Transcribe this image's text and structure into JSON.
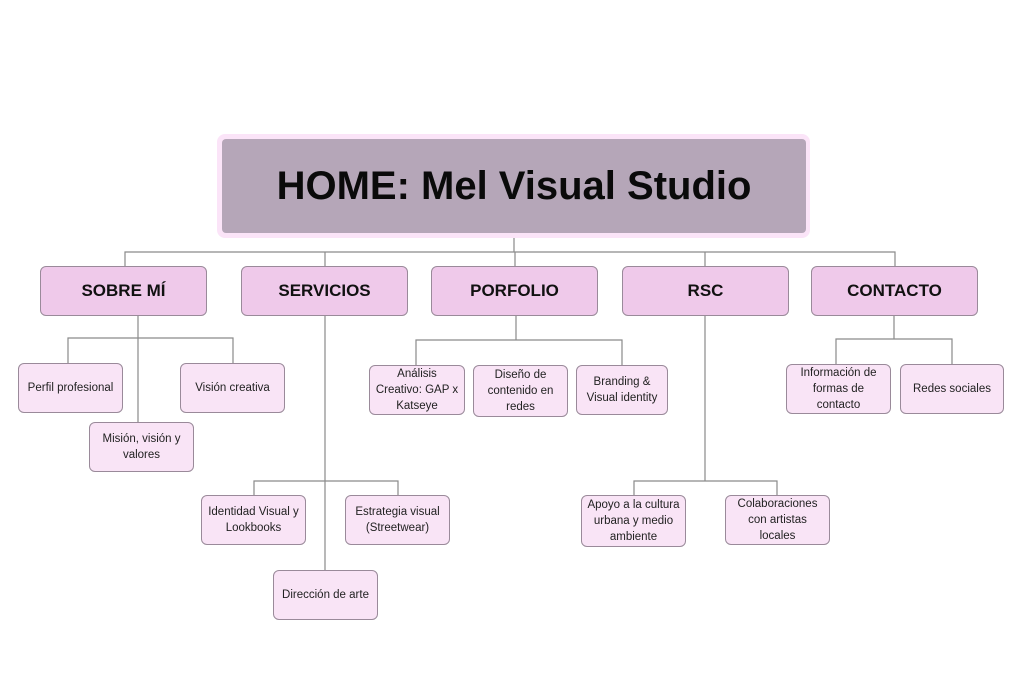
{
  "home": {
    "title": "HOME: Mel Visual Studio"
  },
  "sections": {
    "sobre": {
      "label": "SOBRE MÍ",
      "children": [
        "Perfil profesional",
        "Visión creativa",
        "Misión, visión y valores"
      ]
    },
    "servicios": {
      "label": "SERVICIOS",
      "children": [
        "Identidad Visual y Lookbooks",
        "Estrategia visual (Streetwear)",
        "Dirección de arte"
      ]
    },
    "porfolio": {
      "label": "PORFOLIO",
      "children": [
        "Análisis Creativo: GAP x Katseye",
        "Diseño de contenido en redes",
        "Branding & Visual identity"
      ]
    },
    "rsc": {
      "label": "RSC",
      "children": [
        "Apoyo a la cultura urbana y medio ambiente",
        "Colaboraciones con artistas locales"
      ]
    },
    "contacto": {
      "label": "CONTACTO",
      "children": [
        "Información de formas de contacto",
        "Redes sociales"
      ]
    }
  },
  "colors": {
    "home": "#b5a6b8",
    "section": "#efc9ea",
    "leaf": "#f9e4f6"
  }
}
